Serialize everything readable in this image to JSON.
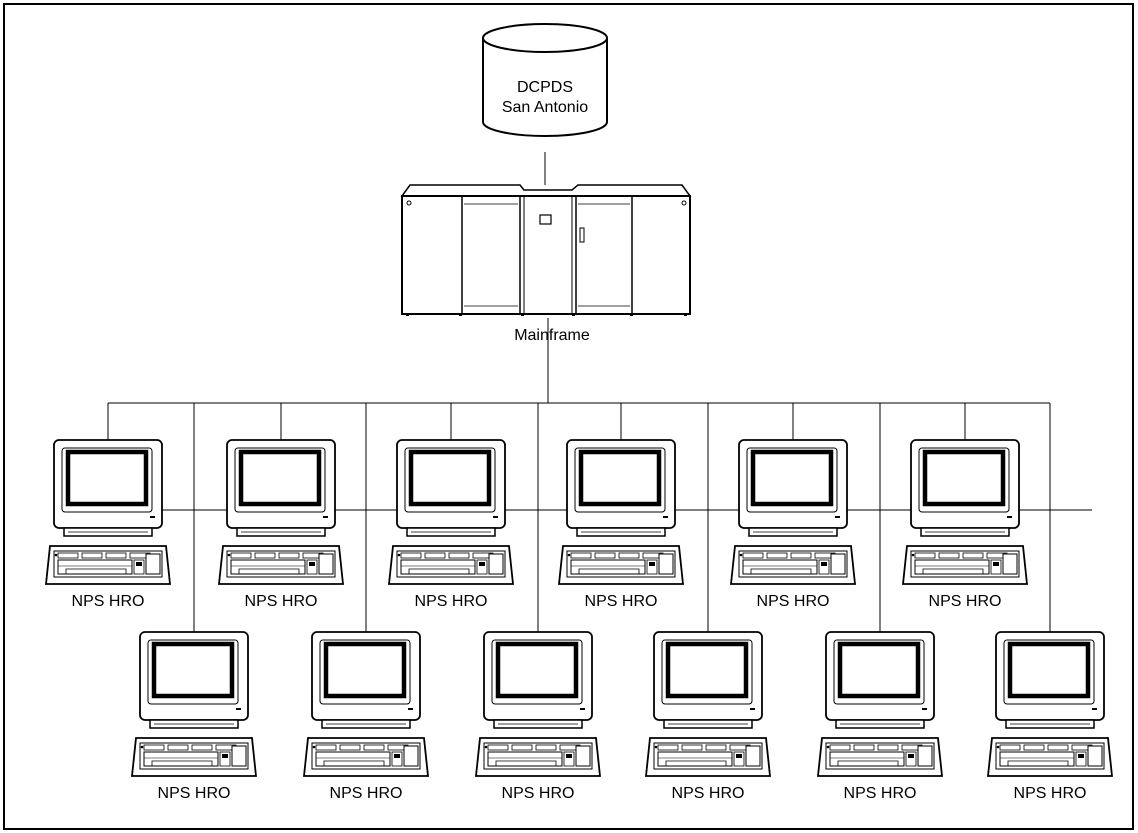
{
  "database": {
    "line1": "DCPDS",
    "line2": "San Antonio"
  },
  "mainframe": {
    "label": "Mainframe"
  },
  "workstations": {
    "row1": [
      {
        "label": "NPS HRO"
      },
      {
        "label": "NPS HRO"
      },
      {
        "label": "NPS HRO"
      },
      {
        "label": "NPS HRO"
      },
      {
        "label": "NPS HRO"
      },
      {
        "label": "NPS HRO"
      }
    ],
    "row2": [
      {
        "label": "NPS HRO"
      },
      {
        "label": "NPS HRO"
      },
      {
        "label": "NPS HRO"
      },
      {
        "label": "NPS HRO"
      },
      {
        "label": "NPS HRO"
      },
      {
        "label": "NPS HRO"
      }
    ]
  },
  "icons": {
    "database": "database-cylinder-icon",
    "mainframe": "mainframe-icon",
    "workstation": "computer-workstation-icon"
  }
}
